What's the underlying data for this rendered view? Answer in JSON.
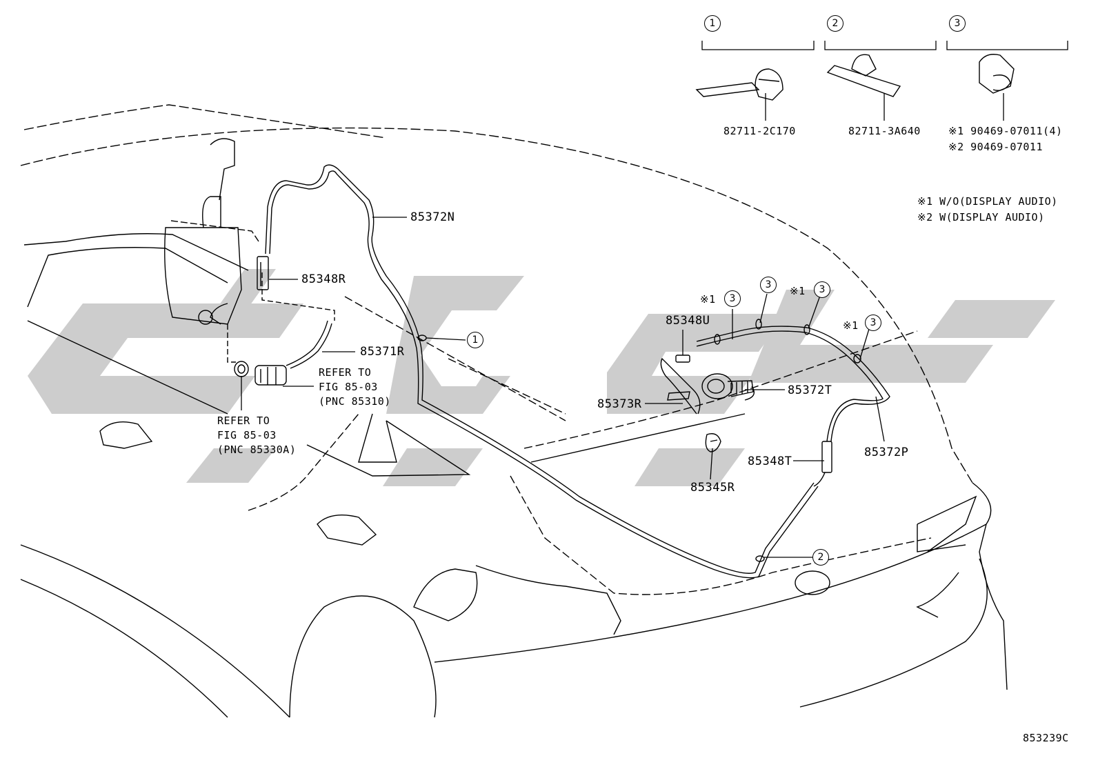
{
  "watermark_color": "#c8c8c8",
  "legend": {
    "clips": [
      {
        "key": "1",
        "part": "82711-2C170"
      },
      {
        "key": "2",
        "part": "82711-3A640"
      },
      {
        "key": "3",
        "part_line1": "※1 90469-07011(4)",
        "part_line2": "※2 90469-07011"
      }
    ],
    "notes": [
      "※1 W/O(DISPLAY AUDIO)",
      "※2 W(DISPLAY AUDIO)"
    ]
  },
  "parts": {
    "p85372N": "85372N",
    "p85348R": "85348R",
    "p85371R": "85371R",
    "refer1": "REFER TO\nFIG 85-03\n(PNC 85310)",
    "refer2": "REFER TO\nFIG 85-03\n(PNC 85330A)",
    "p85348U": "85348U",
    "p85373R": "85373R",
    "p85372T": "85372T",
    "p85345R": "85345R",
    "p85348T": "85348T",
    "p85372P": "85372P"
  },
  "callouts": {
    "c1": "1",
    "c2": "2",
    "c3": "3",
    "note1": "※1"
  },
  "figure_id": "853239C"
}
